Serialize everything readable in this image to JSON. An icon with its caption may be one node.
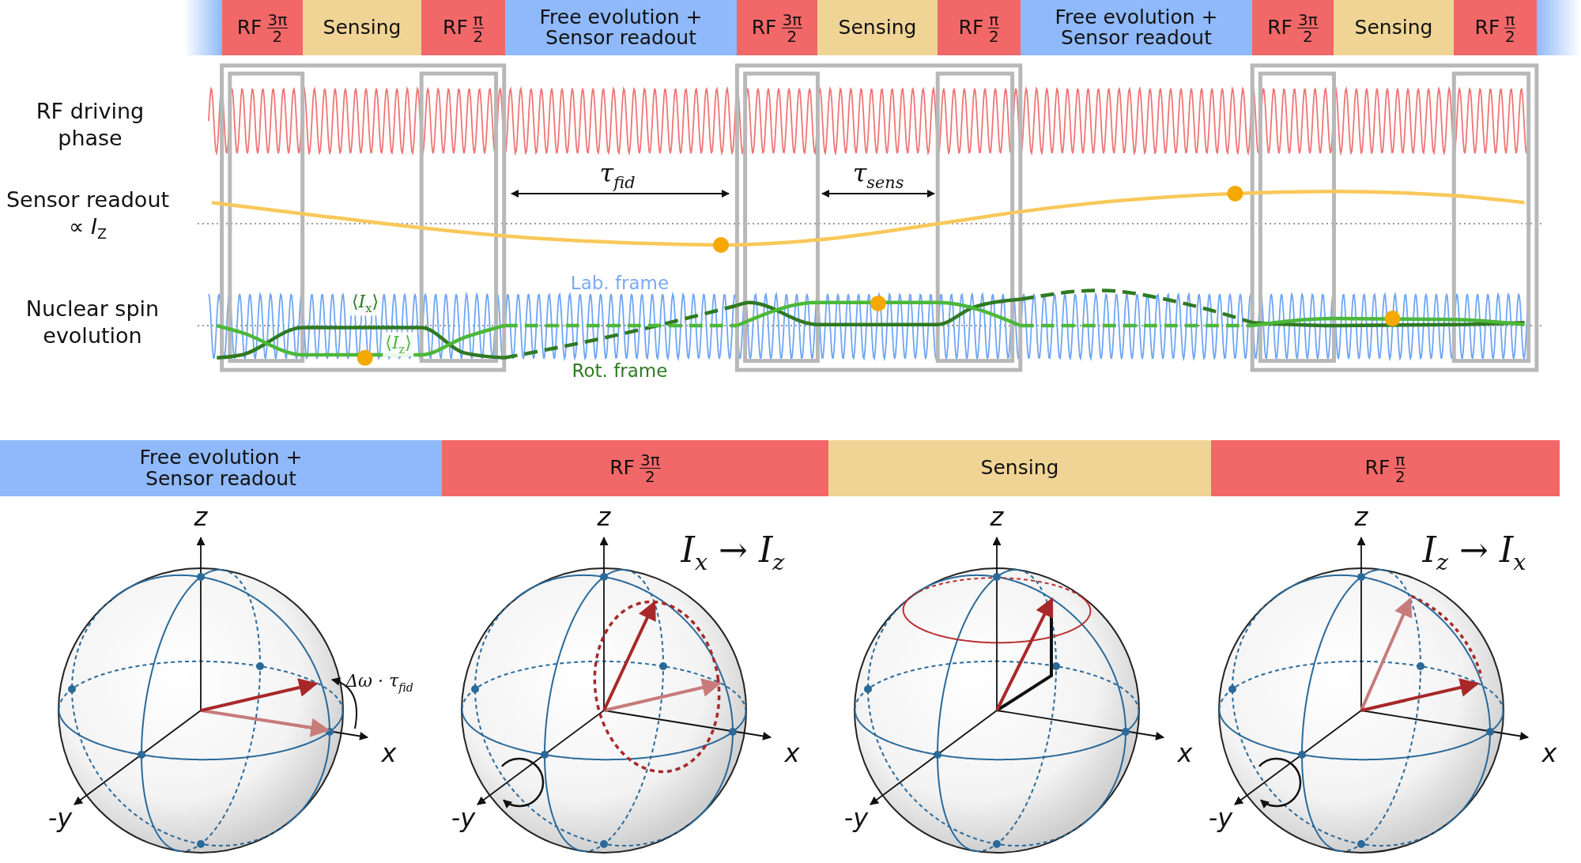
{
  "diagram": {
    "nodes": [
      {
        "text": [
          "RF",
          "3π",
          "2"
        ]
      },
      {
        "text": [
          "Sensing"
        ]
      },
      {
        "text": [
          "RF",
          "π",
          "2"
        ]
      },
      {
        "text": [
          "Free evolution + Sensor readout"
        ]
      },
      {
        "text": [
          "RF",
          "3π",
          "2"
        ]
      },
      {
        "text": [
          "Sensing"
        ]
      },
      {
        "text": [
          "RF",
          "π",
          "2"
        ]
      },
      {
        "text": [
          "Free evolution + Sensor readout"
        ]
      },
      {
        "text": [
          "RF",
          "3π",
          "2"
        ]
      },
      {
        "text": [
          "Sensing"
        ]
      },
      {
        "text": [
          "RF",
          "π",
          "2"
        ]
      },
      {
        "text": [
          "Free evolution + Sensor readout"
        ]
      },
      {
        "text": [
          "RF",
          "3π",
          "2"
        ]
      },
      {
        "text": [
          "Sensing"
        ]
      },
      {
        "text": [
          "RF",
          "π",
          "2"
        ]
      }
    ],
    "labels": [
      "RF driving phase",
      "τ$_{fid}$",
      "τ$_{sens}$",
      "Sensor readout ∝ *I*$_{Z}$",
      "Lab. frame",
      "Nuclear spin evolution",
      "⟨*I*$_{x}$⟩",
      "⟨*I*$_{z}$⟩",
      "Rot. frame",
      "z",
      "Δω · τ$_{fid}$",
      "x",
      "-y",
      "z",
      "*I*$_{x}$ → *I*$_{z}$",
      "x",
      "-y",
      "z",
      "x",
      "-y",
      "z",
      "*I*$_{z}$ → *I*$_{x}$",
      "x",
      "-y"
    ]
  }
}
